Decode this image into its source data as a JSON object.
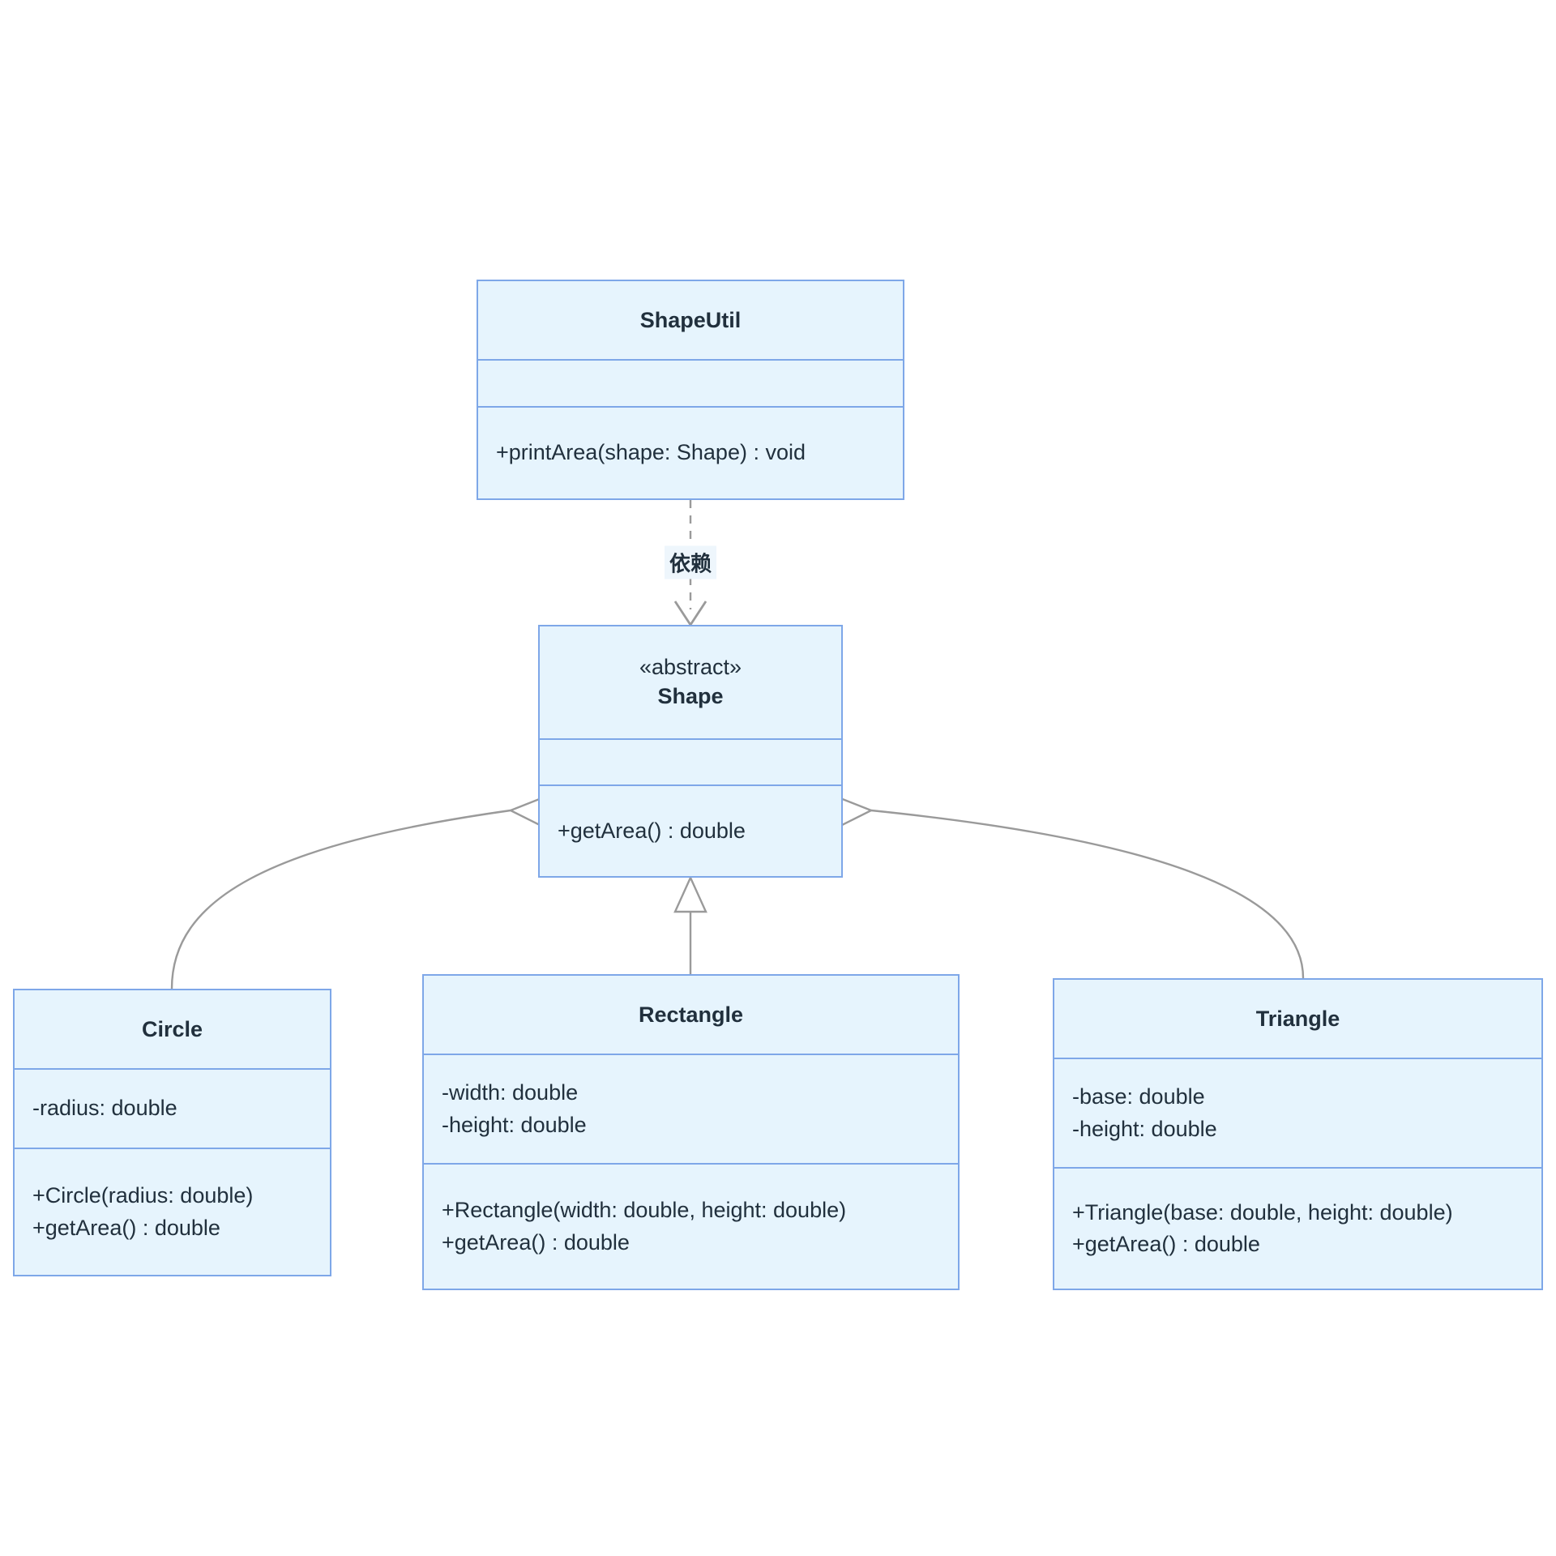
{
  "diagram": {
    "title": "UML Class Diagram",
    "colors": {
      "box_fill": "#e6f4fd",
      "box_border": "#7ea7e8",
      "edge_stroke": "#999999",
      "text": "#21303d",
      "label_background": "#eef6fc"
    }
  },
  "classes": {
    "shapeutil": {
      "name": "ShapeUtil",
      "stereotype": "",
      "attributes": [],
      "methods": [
        "+printArea(shape: Shape) : void"
      ]
    },
    "shape": {
      "name": "Shape",
      "stereotype": "«abstract»",
      "attributes": [],
      "methods": [
        "+getArea() : double"
      ]
    },
    "circle": {
      "name": "Circle",
      "stereotype": "",
      "attributes": [
        "-radius: double"
      ],
      "methods": [
        "+Circle(radius: double)",
        "+getArea() : double"
      ]
    },
    "rectangle": {
      "name": "Rectangle",
      "stereotype": "",
      "attributes": [
        "-width: double",
        "-height: double"
      ],
      "methods": [
        "+Rectangle(width: double, height: double)",
        "+getArea() : double"
      ]
    },
    "triangle": {
      "name": "Triangle",
      "stereotype": "",
      "attributes": [
        "-base: double",
        "-height: double"
      ],
      "methods": [
        "+Triangle(base: double, height: double)",
        "+getArea() : double"
      ]
    }
  },
  "relationships": [
    {
      "id": "dependency-shapeutil-shape",
      "kind": "dependency",
      "from": "ShapeUtil",
      "to": "Shape",
      "label": "依赖",
      "line": "dashed",
      "arrowhead": "open"
    },
    {
      "id": "inheritance-circle-shape",
      "kind": "generalization",
      "from": "Circle",
      "to": "Shape",
      "label": "",
      "line": "solid",
      "arrowhead": "hollow-triangle"
    },
    {
      "id": "inheritance-rectangle-shape",
      "kind": "generalization",
      "from": "Rectangle",
      "to": "Shape",
      "label": "",
      "line": "solid",
      "arrowhead": "hollow-triangle"
    },
    {
      "id": "inheritance-triangle-shape",
      "kind": "generalization",
      "from": "Triangle",
      "to": "Shape",
      "label": "",
      "line": "solid",
      "arrowhead": "hollow-triangle"
    }
  ]
}
